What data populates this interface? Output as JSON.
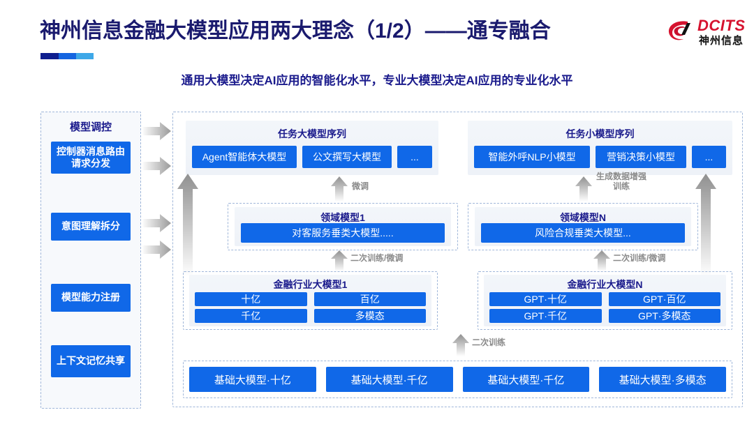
{
  "header": {
    "title": "神州信息金融大模型应用两大理念（1/2）——通专融合",
    "logo_en": "DCITS",
    "logo_cn": "神州信息"
  },
  "subtitle": "通用大模型决定AI应用的智能化水平，专业大模型决定AI应用的专业化水平",
  "left_panel": {
    "title": "模型调控",
    "items": [
      "控制器消息路由请求分发",
      "意图理解拆分",
      "模型能力注册",
      "上下文记忆共享"
    ]
  },
  "task_big": {
    "title": "任务大模型序列",
    "chips": [
      "Agent智能体大模型",
      "公文撰写大模型",
      "..."
    ]
  },
  "task_small": {
    "title": "任务小模型序列",
    "chips": [
      "智能外呼NLP小模型",
      "营销决策小模型",
      "..."
    ]
  },
  "domain_models": [
    {
      "title": "领域模型1",
      "chip": "对客服务垂类大模型....."
    },
    {
      "title": "领域模型N",
      "chip": "风险合规垂类大模型..."
    }
  ],
  "finance_models": [
    {
      "title": "金融行业大模型1",
      "cells": [
        "十亿",
        "百亿",
        "千亿",
        "多模态"
      ]
    },
    {
      "title": "金融行业大模型N",
      "cells": [
        "GPT·十亿",
        "GPT·百亿",
        "GPT·千亿",
        "GPT·多模态"
      ]
    }
  ],
  "base_models": {
    "chips": [
      "基础大模型·十亿",
      "基础大模型·千亿",
      "基础大模型·千亿",
      "基础大模型·多模态"
    ]
  },
  "arrow_labels": {
    "finetune": "微调",
    "data_aug": "生成数据增强\n训练",
    "retrain_finetune_left": "二次训练/微调",
    "retrain_finetune_right": "二次训练/微调",
    "retrain": "二次训练"
  },
  "colors": {
    "brand_blue": "#1068e8",
    "title_navy": "#1a1a6e",
    "logo_red": "#d6132f",
    "arrow_grey": "#b5b5b5"
  }
}
